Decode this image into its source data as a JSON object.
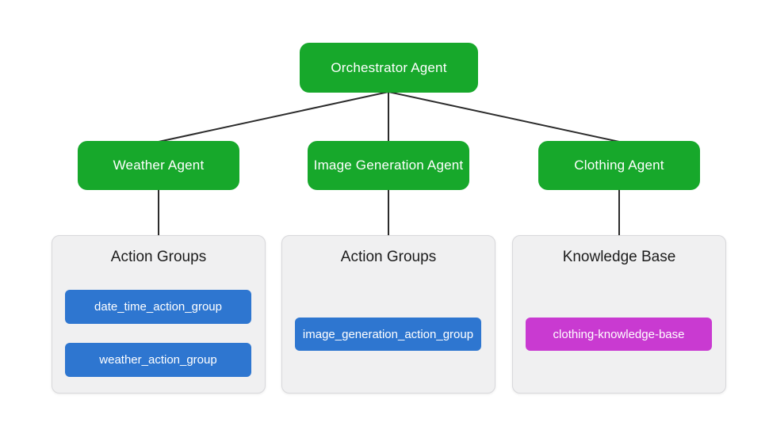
{
  "diagram": {
    "root": {
      "label": "Orchestrator Agent"
    },
    "agents": [
      {
        "label": "Weather Agent"
      },
      {
        "label": "Image Generation Agent"
      },
      {
        "label": "Clothing Agent"
      }
    ],
    "panels": [
      {
        "title": "Action Groups",
        "items": [
          {
            "label": "date_time_action_group",
            "color_key": "action_blue"
          },
          {
            "label": "weather_action_group",
            "color_key": "action_blue"
          }
        ]
      },
      {
        "title": "Action Groups",
        "items": [
          {
            "label": "image_generation_action_group",
            "color_key": "action_blue"
          }
        ]
      },
      {
        "title": "Knowledge Base",
        "items": [
          {
            "label": "clothing-knowledge-base",
            "color_key": "knowledge_magenta"
          }
        ]
      }
    ],
    "colors": {
      "agent_green": "#17a82b",
      "action_blue": "#2e76d0",
      "knowledge_magenta": "#c93ad1",
      "panel_bg": "#f0f0f1",
      "panel_border": "#d8d8db",
      "connector": "#2b2b2b",
      "node_text": "#ffffff",
      "panel_title_text": "#1c1c1c",
      "background": "#ffffff"
    }
  }
}
